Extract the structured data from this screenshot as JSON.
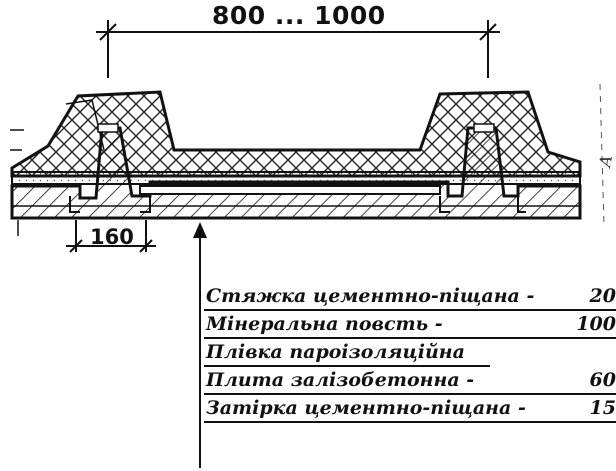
{
  "dimension_top": "800 ... 1000",
  "dimension_bottom": "160",
  "side_note": "А",
  "layers": [
    {
      "name": "Стяжка цементно-піщана  -",
      "value": "20"
    },
    {
      "name": "Мінеральна повсть   -",
      "value": "100"
    },
    {
      "name": "Плівка пароізоляційна",
      "value": ""
    },
    {
      "name": "Плита залізобетонна  -",
      "value": "60"
    },
    {
      "name": "Затірка цементно-піщана  -",
      "value": "15"
    }
  ]
}
